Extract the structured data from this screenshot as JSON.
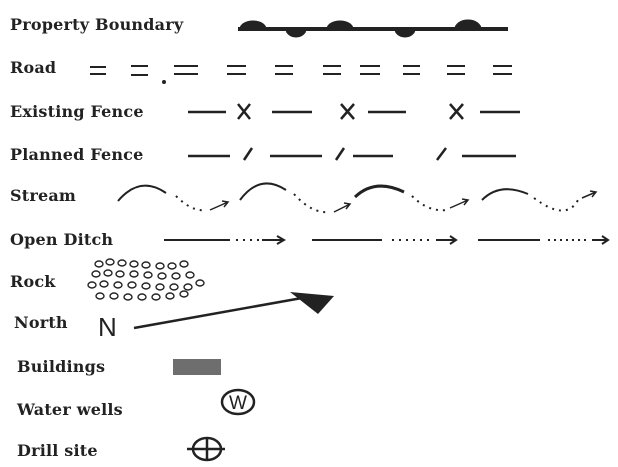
{
  "legend": {
    "items": [
      {
        "id": "property-boundary",
        "label": "Property Boundary",
        "symbol": "line-with-semicircles"
      },
      {
        "id": "road",
        "label": "Road",
        "symbol": "double-dashed-line"
      },
      {
        "id": "existing-fence",
        "label": "Existing Fence",
        "symbol": "dash-x-line"
      },
      {
        "id": "planned-fence",
        "label": "Planned Fence",
        "symbol": "dash-slash-line"
      },
      {
        "id": "stream",
        "label": "Stream",
        "symbol": "wave-dotted-arrow"
      },
      {
        "id": "open-ditch",
        "label": "Open Ditch",
        "symbol": "dash-dotted-arrow"
      },
      {
        "id": "rock",
        "label": "Rock",
        "symbol": "pebble-cluster"
      },
      {
        "id": "north",
        "label": "North",
        "symbol": "north-arrow",
        "glyph": "N"
      },
      {
        "id": "buildings",
        "label": "Buildings",
        "symbol": "filled-rectangle"
      },
      {
        "id": "water-wells",
        "label": "Water wells",
        "symbol": "circled-letter",
        "glyph": "W"
      },
      {
        "id": "drill-site",
        "label": "Drill site",
        "symbol": "crossed-circle"
      }
    ]
  },
  "colors": {
    "ink": "#222222",
    "building_fill": "#6e6e6e",
    "background": "#ffffff"
  }
}
